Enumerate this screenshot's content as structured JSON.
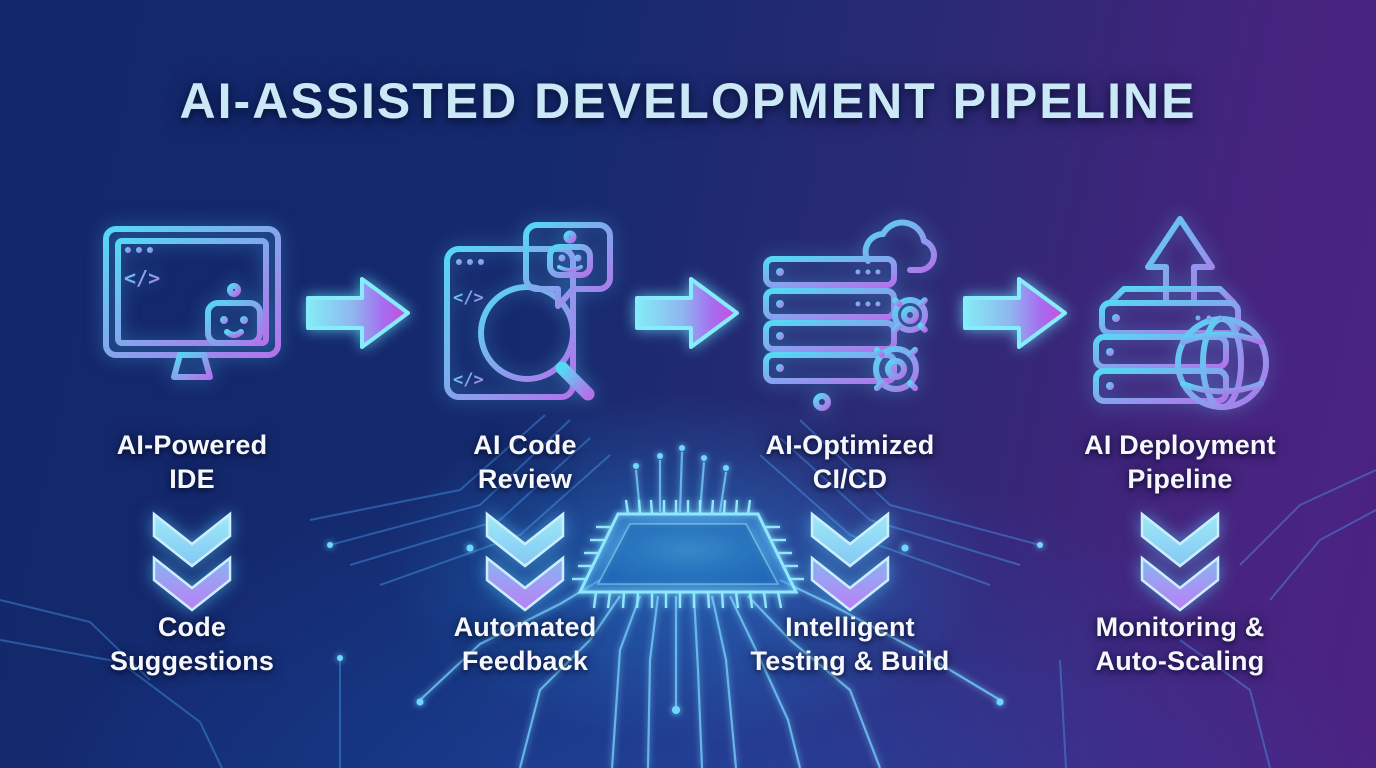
{
  "title": "AI-ASSISTED DEVELOPMENT PIPELINE",
  "colors": {
    "background_left": "#13276b",
    "background_right": "#4c2383",
    "title_text": "#cbe8f7",
    "label_text": "#f5f7fd",
    "icon_gradient_start": "#55d9f3",
    "icon_gradient_end": "#b273ea",
    "arrow_fill_start": "#84ecf6",
    "arrow_fill_end": "#c94bdd",
    "circuit_glow": "#39c2ff"
  },
  "stages": [
    {
      "icon": "ai-ide-monitor-icon",
      "label": "AI-Powered\nIDE",
      "result": "Code\nSuggestions"
    },
    {
      "icon": "ai-code-review-icon",
      "label": "AI Code\nReview",
      "result": "Automated\nFeedback"
    },
    {
      "icon": "ai-cicd-servers-icon",
      "label": "AI-Optimized\nCI/CD",
      "result": "Intelligent\nTesting & Build"
    },
    {
      "icon": "ai-deployment-icon",
      "label": "AI Deployment\nPipeline",
      "result": "Monitoring &\nAuto-Scaling"
    }
  ]
}
